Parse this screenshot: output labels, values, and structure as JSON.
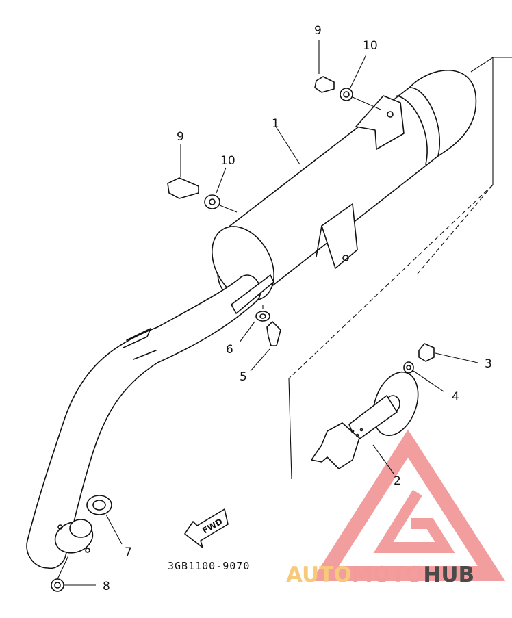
{
  "callouts": {
    "muffler": "1",
    "tailpipe": "2",
    "tailpipe_bolt": "3",
    "tailpipe_washer": "4",
    "center_bolt": "5",
    "center_washer": "6",
    "exhaust_gasket": "7",
    "exhaust_nut": "8",
    "bolt_rear": "9",
    "washer_rear": "10",
    "bolt_front": "9",
    "washer_front": "10"
  },
  "diagram_code": "3GB1100-9070",
  "fwd_arrow": "FWD",
  "watermark": {
    "part1": "AUTO",
    "part2": "MOTO",
    "part3": "HUB",
    "color1": "#f7c97a",
    "color2": "#f39a9a",
    "color3": "#4a4a4a",
    "logo_color": "#f29494"
  }
}
